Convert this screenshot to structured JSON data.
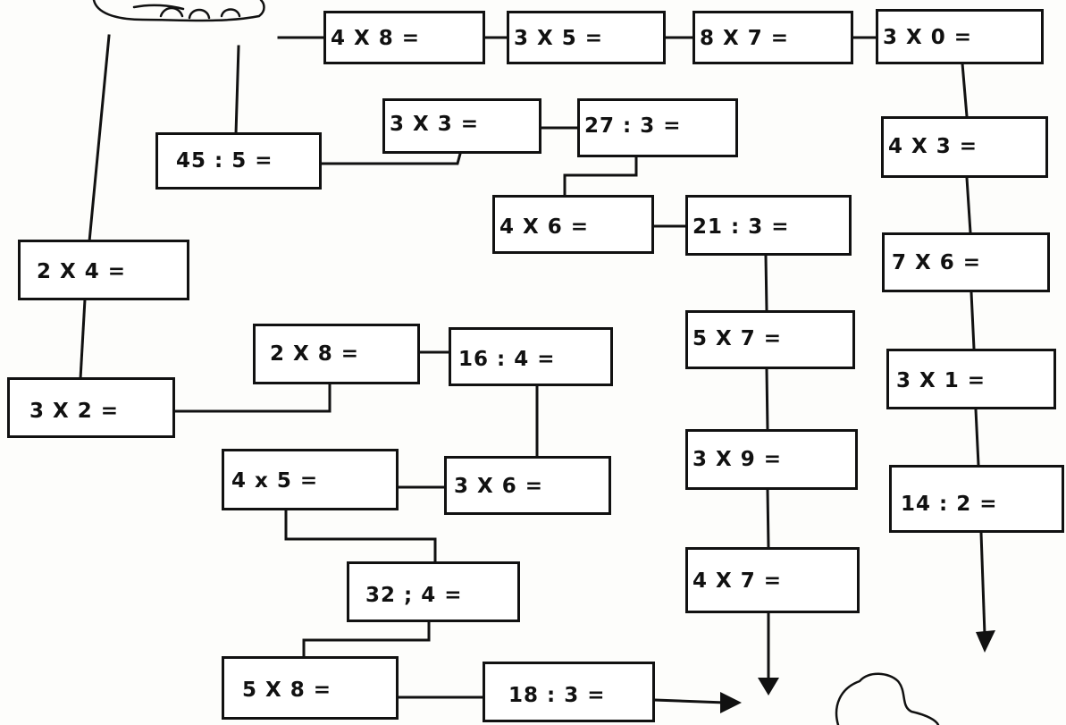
{
  "worksheet": {
    "boxes": [
      {
        "id": "b1",
        "text": "4 X 8 ="
      },
      {
        "id": "b2",
        "text": "3 X 5 ="
      },
      {
        "id": "b3",
        "text": "8 X 7 ="
      },
      {
        "id": "b4",
        "text": "3 X 0 ="
      },
      {
        "id": "b5",
        "text": "3 X 3 ="
      },
      {
        "id": "b6",
        "text": "27 : 3 ="
      },
      {
        "id": "b7",
        "text": "45 : 5 ="
      },
      {
        "id": "b8",
        "text": "4 X 3 ="
      },
      {
        "id": "b9",
        "text": "4 X 6 ="
      },
      {
        "id": "b10",
        "text": "21 : 3 ="
      },
      {
        "id": "b11",
        "text": "2 X 4 ="
      },
      {
        "id": "b12",
        "text": "7 X 6 ="
      },
      {
        "id": "b13",
        "text": "2 X 8 ="
      },
      {
        "id": "b14",
        "text": "16 : 4 ="
      },
      {
        "id": "b15",
        "text": "5 X 7 ="
      },
      {
        "id": "b16",
        "text": "3 X 2 ="
      },
      {
        "id": "b17",
        "text": "3 X 1 ="
      },
      {
        "id": "b18",
        "text": "4 x 5 ="
      },
      {
        "id": "b19",
        "text": "3 X 6 ="
      },
      {
        "id": "b20",
        "text": "3 X 9 ="
      },
      {
        "id": "b21",
        "text": "14 : 2 ="
      },
      {
        "id": "b22",
        "text": "32 ; 4 ="
      },
      {
        "id": "b23",
        "text": "4 X 7 ="
      },
      {
        "id": "b24",
        "text": "5 X 8 ="
      },
      {
        "id": "b25",
        "text": "18 : 3 ="
      }
    ]
  }
}
